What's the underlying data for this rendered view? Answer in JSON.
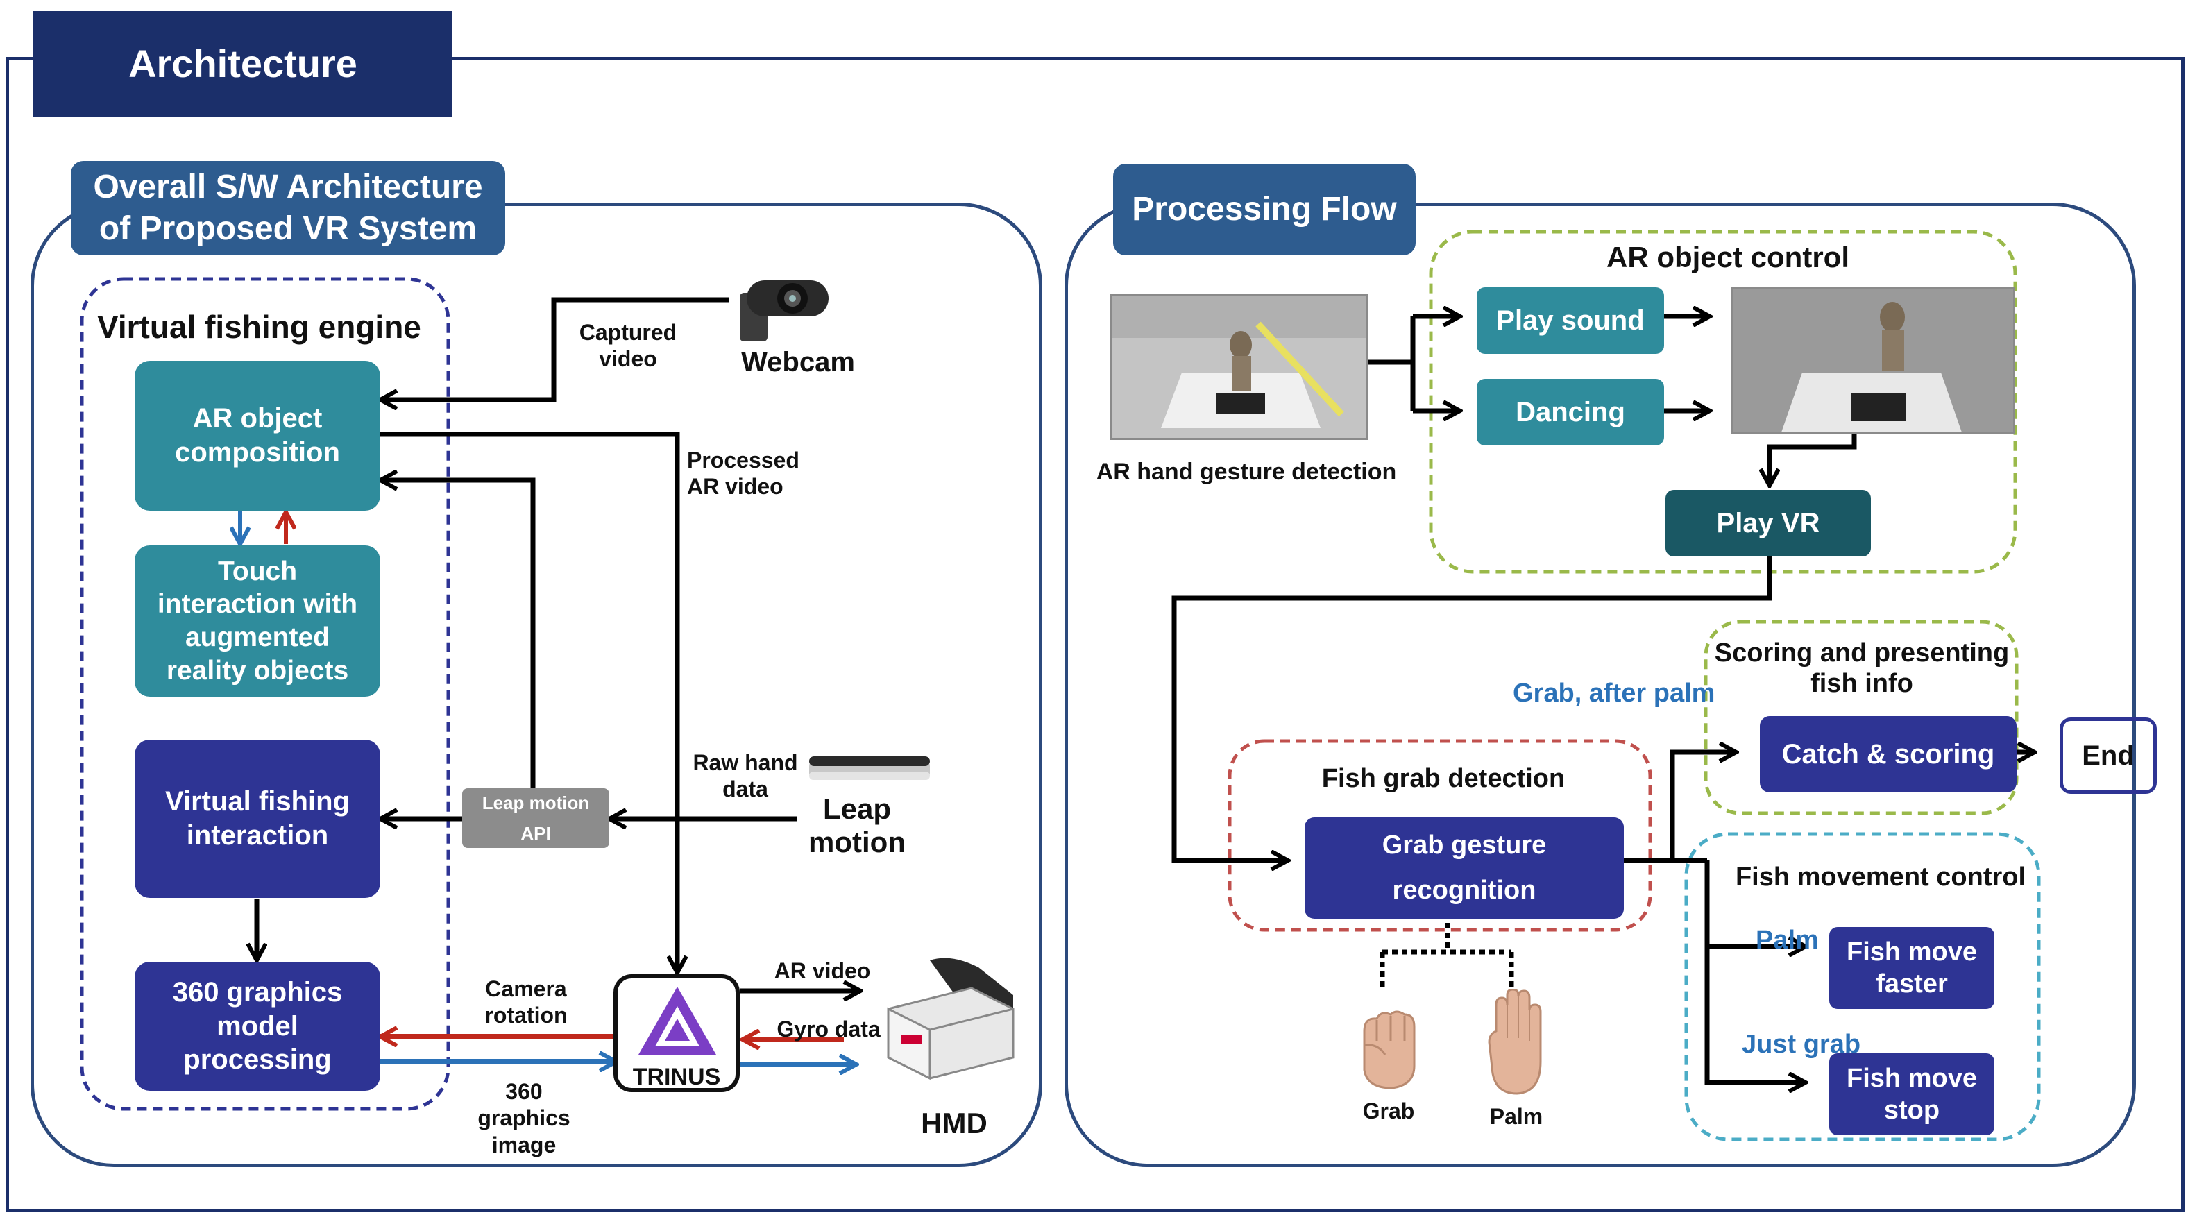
{
  "header": {
    "title": "Architecture"
  },
  "left": {
    "title": "Overall S/W Architecture\nof Proposed VR System",
    "engine_title": "Virtual fishing engine",
    "ar_composition": "AR object\ncomposition",
    "touch_interaction": "Touch\ninteraction with\naugmented\nreality objects",
    "virtual_fishing": "Virtual fishing\ninteraction",
    "graphics_360": "360 graphics\nmodel\nprocessing",
    "leap_api": "Leap motion\nAPI",
    "captured_video": "Captured\nvideo",
    "webcam": "Webcam",
    "processed_ar": "Processed\nAR video",
    "raw_hand": "Raw hand\ndata",
    "leap_motion": "Leap\nmotion",
    "camera_rotation": "Camera\nrotation",
    "graphics_image": "360\ngraphics\nimage",
    "ar_video": "AR video",
    "gyro": "Gyro data",
    "trinus": "TRINUS",
    "hmd": "HMD"
  },
  "right": {
    "title": "Processing Flow",
    "ar_control_title": "AR object control",
    "play_sound": "Play sound",
    "dancing": "Dancing",
    "play_vr": "Play VR",
    "ar_hand_detection": "AR hand gesture detection",
    "scoring_title": "Scoring and presenting\nfish info",
    "grab_after_palm": "Grab, after palm",
    "catch_scoring": "Catch & scoring",
    "end": "End",
    "fish_grab_title": "Fish grab detection",
    "grab_gesture": "Grab gesture\nrecognition",
    "movement_title": "Fish movement control",
    "palm_label": "Palm",
    "just_grab": "Just grab",
    "move_faster": "Fish move\nfaster",
    "move_stop": "Fish move\nstop",
    "grab_hand": "Grab",
    "palm_hand": "Palm"
  },
  "colors": {
    "navy_header": "#1b2f6a",
    "panel_title": "#2e5c8f",
    "teal_box": "#2f8c9c",
    "navy_box": "#2e3494",
    "dark_teal_box": "#1a5864",
    "red_arrow": "#c0281c",
    "blue_arrow": "#2b72b8",
    "green_dash": "#9ab94a",
    "red_dash": "#c0504d",
    "cyan_dash": "#4bacc6"
  },
  "icons": [
    "webcam-icon",
    "leap-motion-device-icon",
    "trinus-logo-icon",
    "vr-headset-icon",
    "fist-hand-icon",
    "open-palm-icon"
  ]
}
